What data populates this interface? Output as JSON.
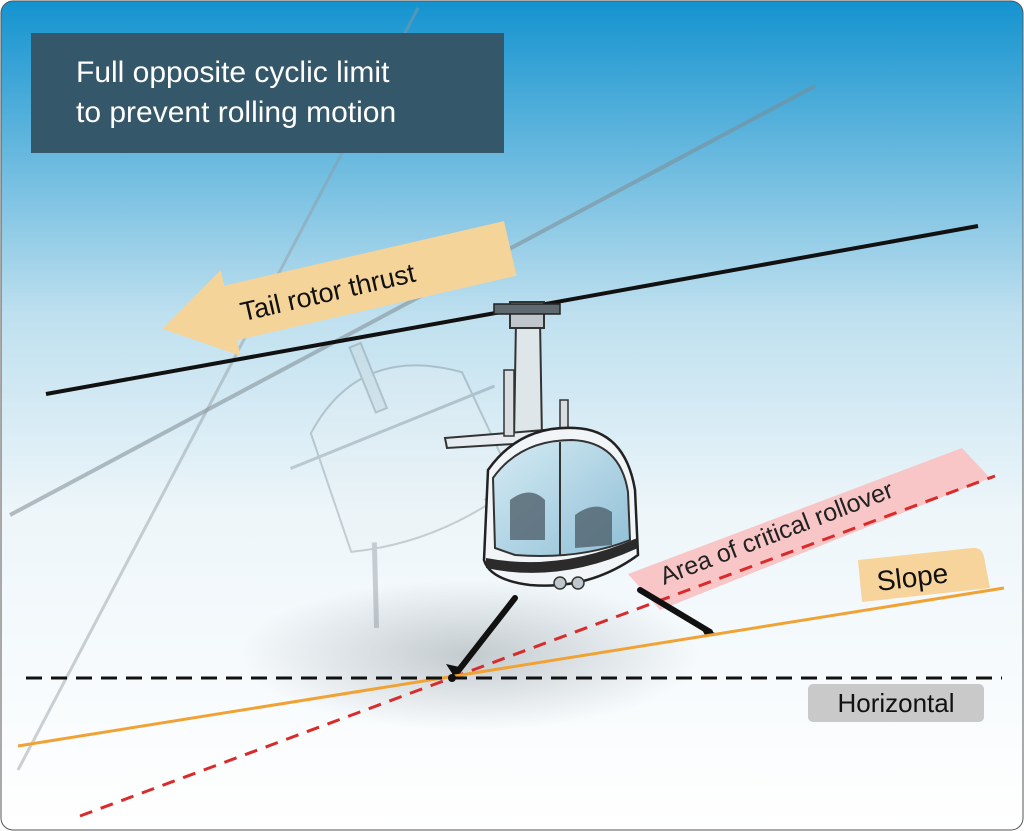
{
  "title_box": {
    "line1": "Full opposite cyclic limit",
    "line2": "to prevent rolling motion"
  },
  "labels": {
    "tail_rotor_thrust": "Tail rotor thrust",
    "critical_rollover": "Area of critical rollover",
    "slope": "Slope",
    "horizontal": "Horizontal"
  },
  "colors": {
    "sky_top": "#1493cf",
    "sky_bottom": "#ffffff",
    "title_box": "#35576a",
    "tail_arrow": "#f5d49a",
    "rollover_band": "#f8c6c6",
    "rollover_line": "#d92b2b",
    "slope_line": "#f0a334",
    "slope_tag": "#f6d49c",
    "horizontal_tag": "#c9c9c9",
    "rotor_blade": "#111111"
  }
}
